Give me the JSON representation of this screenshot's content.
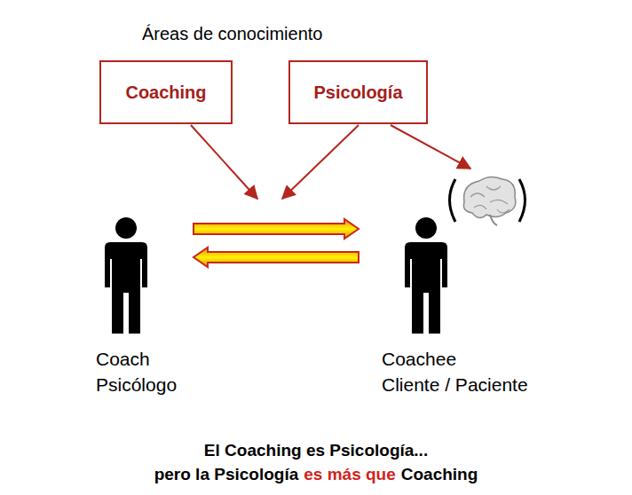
{
  "diagram": {
    "title": "Áreas de conocimiento",
    "nodes": [
      {
        "text": [
          "Coaching"
        ]
      },
      {
        "text": [
          "Psicología"
        ]
      },
      {
        "text": [
          "Coach",
          "Psicólogo"
        ]
      },
      {
        "text": [
          "Coachee",
          "Cliente / Paciente"
        ]
      }
    ],
    "edges": [
      {
        "from": 2,
        "to": 3,
        "arrow": "to"
      },
      {
        "from": 3,
        "to": 2,
        "arrow": "to"
      }
    ],
    "labels": [
      "El Coaching es Psicología...",
      "pero la Psicología",
      "es más que",
      "Coaching"
    ]
  }
}
